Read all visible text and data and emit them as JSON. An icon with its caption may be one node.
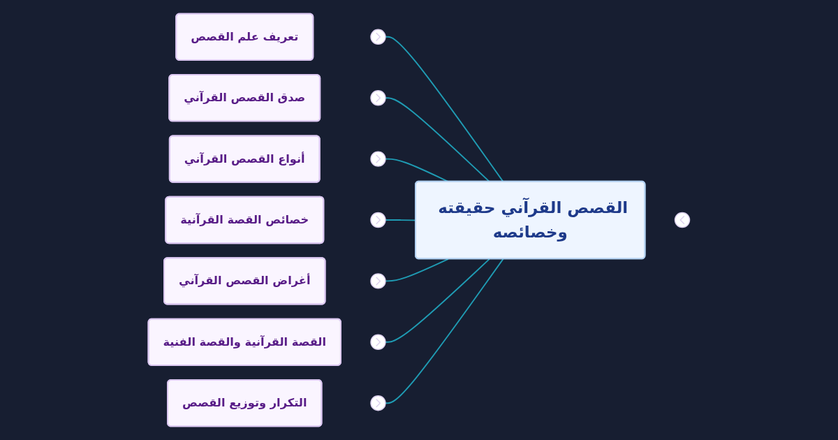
{
  "diagram": {
    "nodes": [
      {
        "text": [
          "القصص القرآني حقيقته وخصائصه"
        ]
      },
      {
        "text": [],
        "shape": "circle"
      },
      {
        "text": [],
        "shape": "circle"
      },
      {
        "text": [
          "تعريف علم القصص"
        ]
      },
      {
        "text": [],
        "shape": "circle"
      },
      {
        "text": [
          "صدق القصص القرآني"
        ]
      },
      {
        "text": [],
        "shape": "circle"
      },
      {
        "text": [
          "أنواع القصص القرآني"
        ]
      },
      {
        "text": [],
        "shape": "circle"
      },
      {
        "text": [
          "خصائص القصة القرآنية"
        ]
      },
      {
        "text": [],
        "shape": "circle"
      },
      {
        "text": [
          "أغراض القصص القرآني"
        ]
      },
      {
        "text": [],
        "shape": "circle"
      },
      {
        "text": [
          "القصة القرآنية والقصة الفنية"
        ]
      },
      {
        "text": [],
        "shape": "circle"
      },
      {
        "text": [
          "التكرار وتوزيع القصص"
        ]
      }
    ],
    "edges": [
      {
        "from": 0,
        "to": 2,
        "arrow": "none"
      },
      {
        "from": 0,
        "to": 4,
        "arrow": "none"
      },
      {
        "from": 0,
        "to": 6,
        "arrow": "none"
      },
      {
        "from": 0,
        "to": 8,
        "arrow": "none"
      },
      {
        "from": 0,
        "to": 10,
        "arrow": "none"
      },
      {
        "from": 0,
        "to": 12,
        "arrow": "none"
      },
      {
        "from": 0,
        "to": 14,
        "arrow": "none"
      }
    ]
  }
}
